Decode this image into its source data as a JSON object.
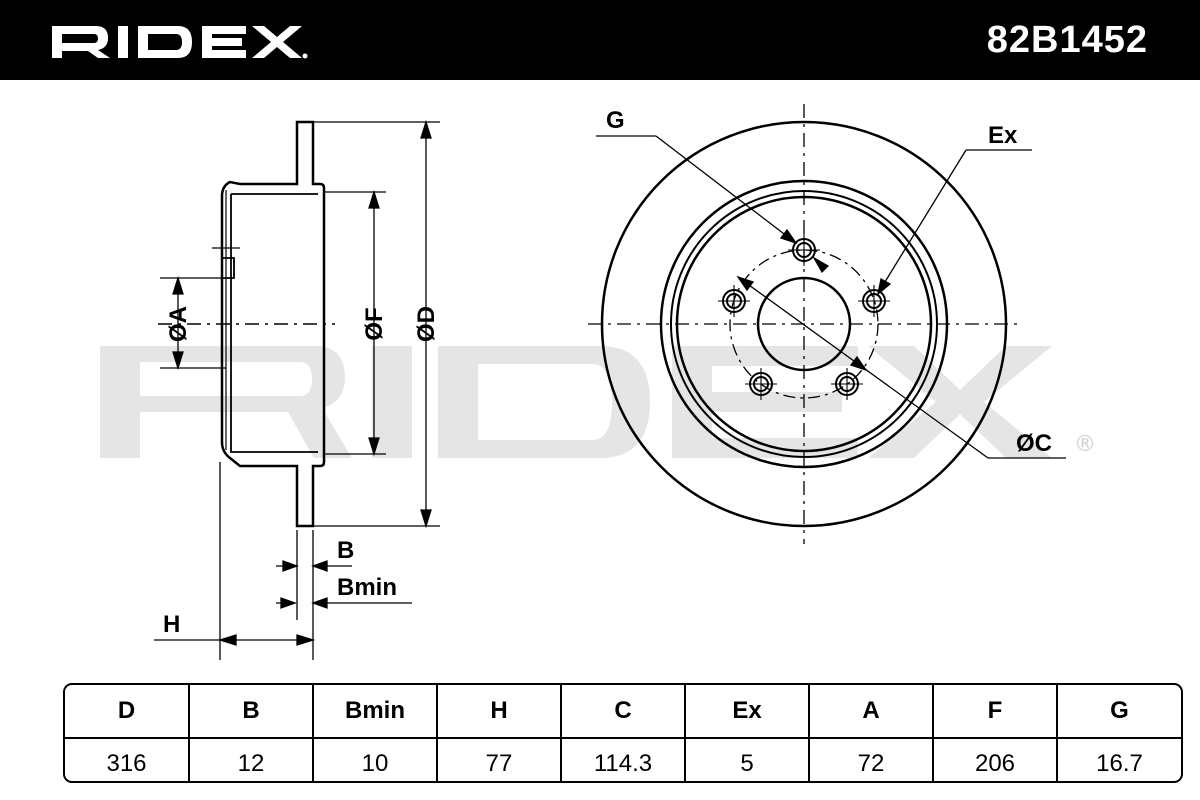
{
  "header": {
    "brand": "RIDEX",
    "part_number": "82B1452",
    "background": "#000000",
    "text_color": "#ffffff"
  },
  "drawing": {
    "watermark": "RIDEX",
    "watermark_color": "#e5e5e5",
    "side_view_labels": {
      "dia_a": "ØA",
      "dia_f": "ØF",
      "dia_d": "ØD",
      "b": "B",
      "bmin": "Bmin",
      "h": "H"
    },
    "front_view_labels": {
      "g": "G",
      "ex": "Ex",
      "dia_c": "ØC"
    },
    "registered_mark": "®"
  },
  "table": {
    "headers": [
      "D",
      "B",
      "Bmin",
      "H",
      "C",
      "Ex",
      "A",
      "F",
      "G"
    ],
    "values": [
      "316",
      "12",
      "10",
      "77",
      "114.3",
      "5",
      "72",
      "206",
      "16.7"
    ]
  }
}
